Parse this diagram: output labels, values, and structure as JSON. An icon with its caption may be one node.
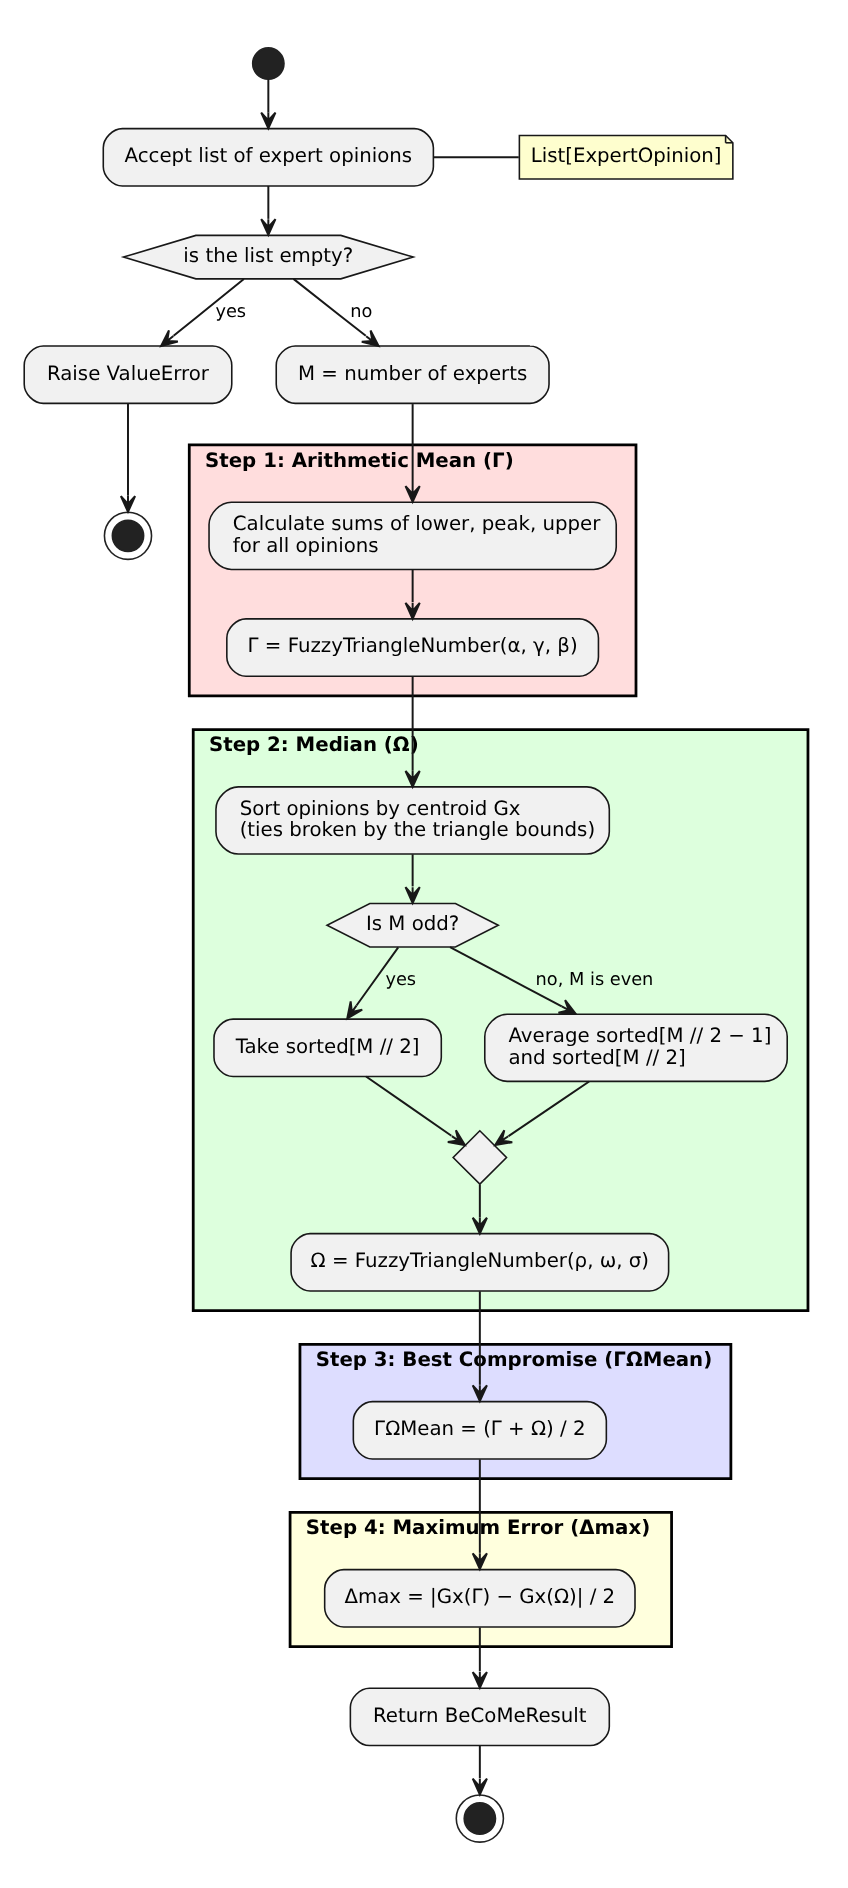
{
  "diagram": {
    "nodes": [
      {
        "text": [],
        "shape": "circle"
      },
      {
        "text": [
          "Accept list of expert opinions"
        ]
      },
      {
        "text": [
          "List[ExpertOpinion]"
        ]
      },
      {
        "text": [
          "is the list empty?"
        ]
      },
      {
        "text": [
          "Raise ValueError"
        ]
      },
      {
        "text": [],
        "shape": "circle"
      },
      {
        "text": [
          "M = number of experts"
        ]
      },
      {
        "text": [
          "Step 1: Arithmetic Mean (Γ)"
        ]
      },
      {
        "text": [
          "Calculate sums of lower, peak, upper for all opinions"
        ],
        "in": 7
      },
      {
        "text": [
          "Γ = FuzzyTriangleNumber(α, γ, β)"
        ],
        "in": 7
      },
      {
        "text": [
          "Step 2: Median (Ω)"
        ]
      },
      {
        "text": [
          "Sort opinions by centroid Gx (ties broken by the triangle bounds)"
        ],
        "in": 10
      },
      {
        "text": [
          "Is M odd?"
        ],
        "in": 10
      },
      {
        "text": [
          "Take sorted[M // 2]"
        ],
        "in": 10
      },
      {
        "text": [
          "Average sorted[M // 2 − 1] and sorted[M // 2]"
        ],
        "in": 10
      },
      {
        "text": [],
        "shape": "diamond",
        "in": 10
      },
      {
        "text": [
          "Ω = FuzzyTriangleNumber(ρ, ω, σ)"
        ],
        "in": 10
      },
      {
        "text": [
          "Step 3: Best Compromise (ΓΩMean)"
        ]
      },
      {
        "text": [
          "ΓΩMean = (Γ + Ω) / 2"
        ],
        "in": 17
      },
      {
        "text": [
          "Step 4: Maximum Error (Δmax)"
        ]
      },
      {
        "text": [
          "Δmax = |Gx(Γ) − Gx(Ω)| / 2"
        ],
        "in": 19
      },
      {
        "text": [
          "Return BeCoMeResult"
        ]
      },
      {
        "text": [],
        "shape": "circle"
      }
    ],
    "edges": [
      {
        "from": 0,
        "to": 1,
        "arrow": "to"
      },
      {
        "from": 1,
        "to": 2,
        "arrow": "none"
      },
      {
        "from": 1,
        "to": 3,
        "arrow": "to"
      },
      {
        "from": 3,
        "to": 4,
        "arrow": "to",
        "label": "yes"
      },
      {
        "from": 3,
        "to": 6,
        "arrow": "to",
        "label": "no"
      },
      {
        "from": 4,
        "to": 5,
        "arrow": "to"
      },
      {
        "from": 6,
        "to": 8,
        "arrow": "to"
      },
      {
        "from": 8,
        "to": 9,
        "arrow": "to"
      },
      {
        "from": 9,
        "to": 11,
        "arrow": "to"
      },
      {
        "from": 11,
        "to": 12,
        "arrow": "to"
      },
      {
        "from": 12,
        "to": 13,
        "arrow": "to",
        "label": "yes"
      },
      {
        "from": 12,
        "to": 14,
        "arrow": "to",
        "label": "no, M is even"
      },
      {
        "from": 13,
        "to": 15,
        "arrow": "to"
      },
      {
        "from": 14,
        "to": 15,
        "arrow": "to"
      },
      {
        "from": 15,
        "to": 16,
        "arrow": "to"
      },
      {
        "from": 16,
        "to": 18,
        "arrow": "to"
      },
      {
        "from": 18,
        "to": 20,
        "arrow": "to"
      },
      {
        "from": 20,
        "to": 21,
        "arrow": "to"
      },
      {
        "from": 21,
        "to": 22,
        "arrow": "to"
      }
    ]
  }
}
